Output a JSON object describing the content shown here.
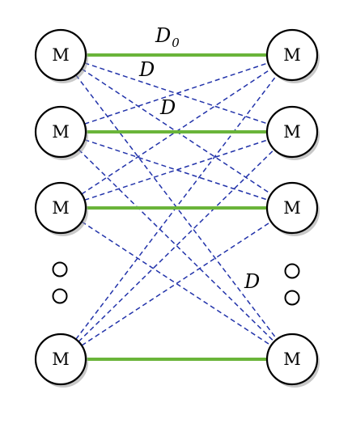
{
  "diagram": {
    "node_label": "M",
    "rows": 4,
    "edges": {
      "solid_color": "#6ab43a",
      "dashed_color": "#2233aa"
    },
    "labels": {
      "top_main": "D",
      "top_sub": "0",
      "cross_1": "D",
      "cross_2": "D",
      "cross_3": "D"
    },
    "ellipsis_dots": 2
  }
}
